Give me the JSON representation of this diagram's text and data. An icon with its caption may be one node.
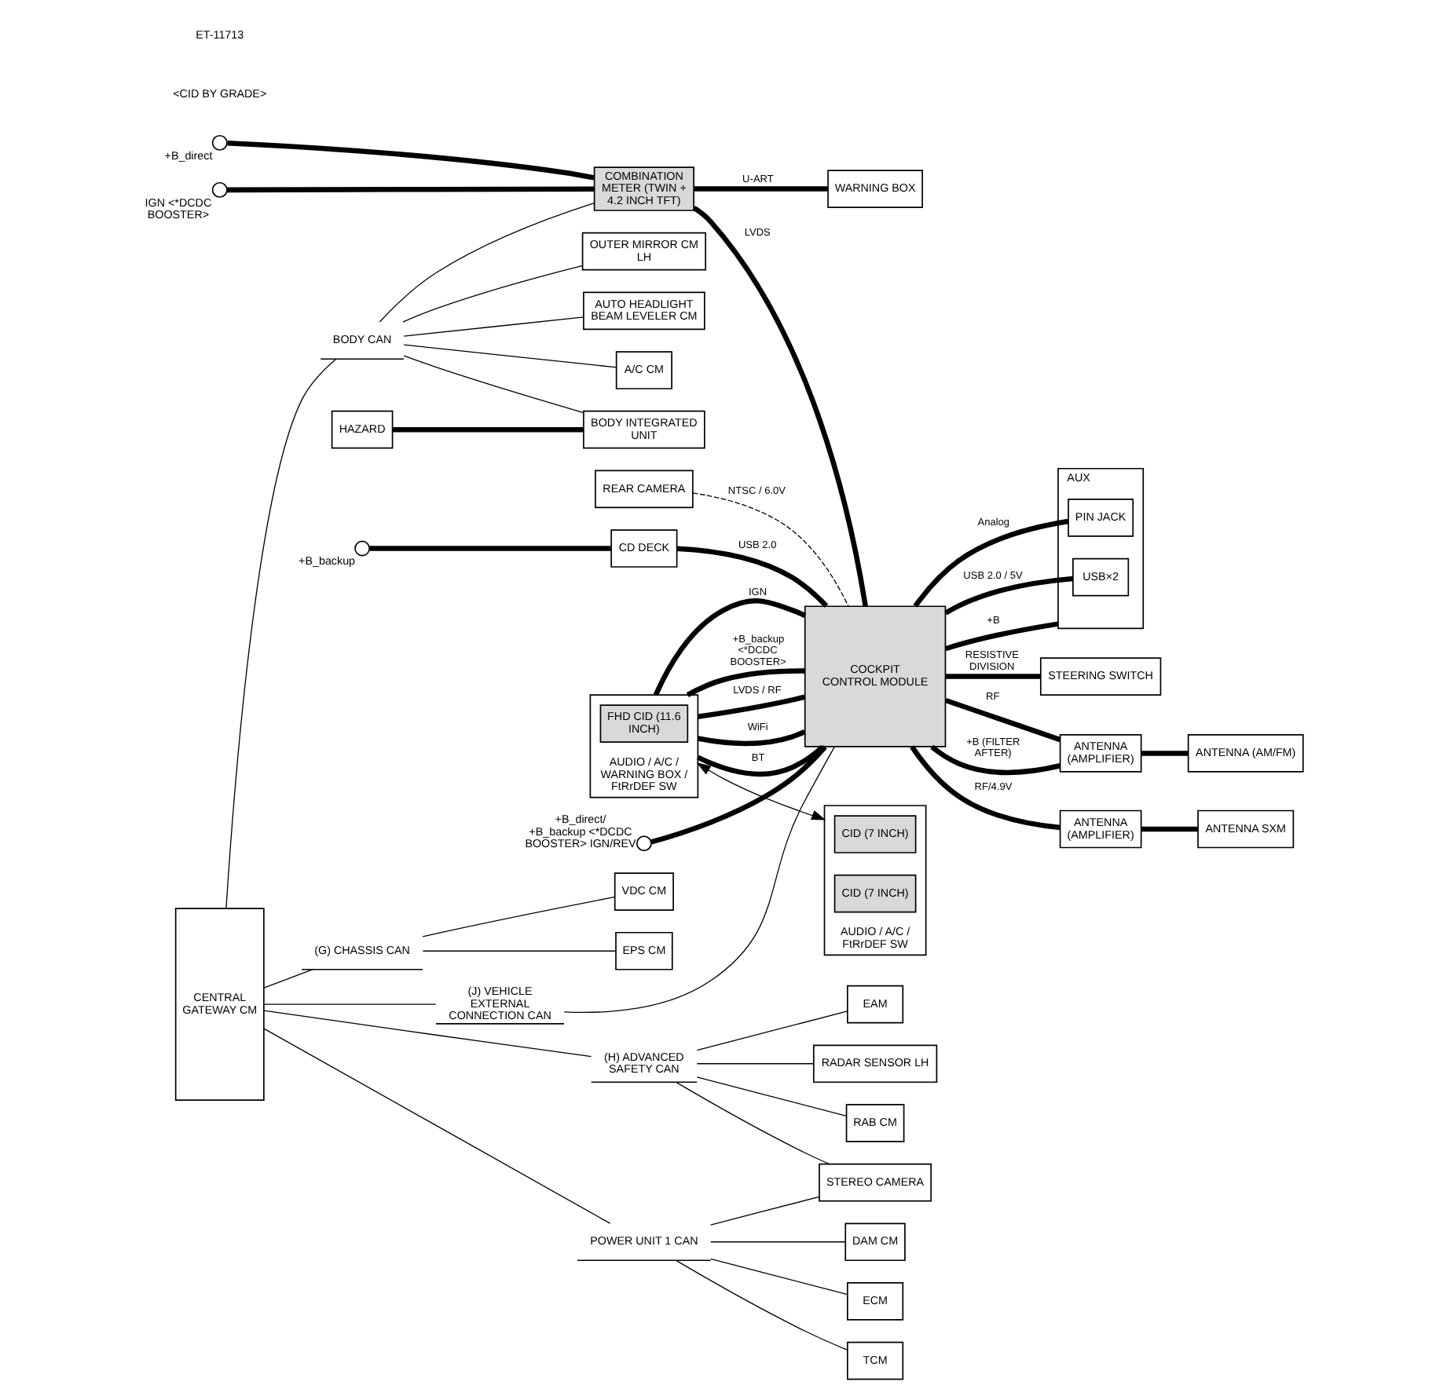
{
  "diagram": {
    "nodes": [
      {
        "text": [
          "CENTRAL GATEWAY CM"
        ]
      },
      {
        "text": [
          "HAZARD"
        ]
      },
      {
        "text": [
          "BODY INTEGRATED UNIT"
        ]
      },
      {
        "text": [
          "A/C CM"
        ]
      },
      {
        "text": [
          "OUTER MIRROR CM LH"
        ]
      },
      {
        "text": [
          "AUTO HEADLIGHT BEAM LEVELER CM"
        ]
      },
      {
        "text": [
          "BODY CAN"
        ]
      },
      {
        "text": [],
        "shape": "circle",
        "beside": [
          "+B_direct"
        ]
      },
      {
        "text": [
          "COMBINATION METER (TWIN + 4.2 INCH TFT)"
        ]
      },
      {
        "text": [
          "AUDIO / A/C / WARNING BOX / FtRrDEF SW"
        ]
      },
      {
        "text": [
          "FHD CID (11.6 INCH)"
        ],
        "in": 9
      },
      {
        "text": [
          "AUDIO / A/C / FtRrDEF SW"
        ]
      },
      {
        "text": [
          "CID (7 INCH)"
        ],
        "in": 11
      },
      {
        "text": [
          "CID (7 INCH)"
        ],
        "in": 11
      },
      {
        "text": [
          "EPS CM"
        ]
      },
      {
        "text": [
          "VDC CM"
        ]
      },
      {
        "text": [
          "(G) CHASSIS CAN"
        ]
      },
      {
        "text": [],
        "shape": "circle",
        "beside": [
          "IGN <*DCDC BOOSTER>"
        ]
      },
      {
        "text": [
          "DAM CM"
        ]
      },
      {
        "text": [
          "ECM"
        ]
      },
      {
        "text": [
          "TCM"
        ]
      },
      {
        "text": [
          "WARNING BOX"
        ]
      },
      {
        "text": [
          "POWER UNIT 1 CAN"
        ]
      },
      {
        "text": [],
        "shape": "circle",
        "beside": [
          "+B_direct/ +B_backup <*DCDC BOOSTER> IGN/REV"
        ]
      },
      {
        "text": [],
        "shape": "circle",
        "beside": [
          "+B_backup"
        ]
      },
      {
        "text": [
          "CD DECK"
        ]
      },
      {
        "text": [
          "REAR CAMERA"
        ]
      },
      {
        "text": [
          "COCKPIT CONTROL MODULE"
        ]
      },
      {
        "text": [
          "STEREO CAMERA"
        ]
      },
      {
        "text": [
          "RADAR SENSOR LH"
        ]
      },
      {
        "text": [
          "RAB CM"
        ]
      },
      {
        "text": [
          "(H) ADVANCED SAFETY CAN"
        ]
      },
      {
        "text": [
          "EAM"
        ]
      },
      {
        "text": [
          "(J) VEHICLE EXTERNAL CONNECTION CAN"
        ]
      },
      {
        "text": [
          "AUX"
        ]
      },
      {
        "text": [
          "PIN JACK"
        ],
        "in": 34
      },
      {
        "text": [
          "USB×2"
        ],
        "in": 34
      },
      {
        "text": [
          "STEERING SWITCH"
        ]
      },
      {
        "text": [
          "ANTENNA (AMPLIFIER)"
        ]
      },
      {
        "text": [
          "ANTENNA (AMPLIFIER)"
        ]
      },
      {
        "text": [
          "ANTENNA (AM/FM)"
        ]
      },
      {
        "text": [
          "ANTENNA SXM"
        ]
      }
    ],
    "edges": [
      {
        "from": 0,
        "to": 6,
        "arrow": "none"
      },
      {
        "from": 6,
        "to": 2,
        "arrow": "none"
      },
      {
        "from": 6,
        "to": 3,
        "arrow": "none"
      },
      {
        "from": 6,
        "to": 4,
        "arrow": "none"
      },
      {
        "from": 6,
        "to": 5,
        "arrow": "none"
      },
      {
        "from": 6,
        "to": 8,
        "arrow": "none"
      },
      {
        "from": 1,
        "to": 2,
        "arrow": "none",
        "style": "thick"
      },
      {
        "from": 7,
        "to": 8,
        "arrow": "none",
        "style": "thick"
      },
      {
        "from": 17,
        "to": 8,
        "arrow": "none",
        "style": "thick"
      },
      {
        "from": 8,
        "to": 21,
        "arrow": "none",
        "style": "thick",
        "label": "U-ART"
      },
      {
        "from": 8,
        "to": 27,
        "arrow": "none",
        "style": "thick",
        "label": "LVDS"
      },
      {
        "from": 9,
        "to": 27,
        "arrow": "none",
        "style": "thick",
        "label": "LVDS / RF"
      },
      {
        "from": 9,
        "to": 27,
        "arrow": "none",
        "style": "thick",
        "label": "WiFi"
      },
      {
        "from": 9,
        "to": 27,
        "arrow": "none",
        "style": "thick",
        "label": "BT"
      },
      {
        "from": 9,
        "to": 27,
        "arrow": "none",
        "style": "thick",
        "label": "IGN"
      },
      {
        "from": 9,
        "to": 27,
        "arrow": "none",
        "style": "thick",
        "label": "+B_backup <*DCDC BOOSTER>"
      },
      {
        "from": 9,
        "to": 11,
        "arrow": "both"
      },
      {
        "from": 0,
        "to": 16,
        "arrow": "none"
      },
      {
        "from": 16,
        "to": 14,
        "arrow": "none"
      },
      {
        "from": 16,
        "to": 15,
        "arrow": "none"
      },
      {
        "from": 0,
        "to": 22,
        "arrow": "none"
      },
      {
        "from": 22,
        "to": 18,
        "arrow": "none"
      },
      {
        "from": 22,
        "to": 19,
        "arrow": "none"
      },
      {
        "from": 22,
        "to": 20,
        "arrow": "none"
      },
      {
        "from": 22,
        "to": 28,
        "arrow": "none"
      },
      {
        "from": 23,
        "to": 27,
        "arrow": "none",
        "style": "thick"
      },
      {
        "from": 24,
        "to": 25,
        "arrow": "none",
        "style": "thick"
      },
      {
        "from": 25,
        "to": 27,
        "arrow": "none",
        "style": "thick",
        "label": "USB 2.0"
      },
      {
        "from": 26,
        "to": 27,
        "arrow": "none",
        "style": "dashed",
        "label": "NTSC / 6.0V"
      },
      {
        "from": 0,
        "to": 31,
        "arrow": "none"
      },
      {
        "from": 31,
        "to": 28,
        "arrow": "none"
      },
      {
        "from": 31,
        "to": 29,
        "arrow": "none"
      },
      {
        "from": 31,
        "to": 30,
        "arrow": "none"
      },
      {
        "from": 31,
        "to": 32,
        "arrow": "none"
      },
      {
        "from": 0,
        "to": 33,
        "arrow": "none"
      },
      {
        "from": 33,
        "to": 27,
        "arrow": "none"
      },
      {
        "from": 27,
        "to": 34,
        "arrow": "none",
        "style": "thick",
        "label": "+B"
      },
      {
        "from": 27,
        "to": 35,
        "arrow": "none",
        "style": "thick",
        "label": "Analog"
      },
      {
        "from": 27,
        "to": 36,
        "arrow": "none",
        "style": "thick",
        "label": "USB 2.0 / 5V"
      },
      {
        "from": 27,
        "to": 37,
        "arrow": "none",
        "style": "thick",
        "label": "RESISTIVE DIVISION"
      },
      {
        "from": 27,
        "to": 38,
        "arrow": "none",
        "style": "thick",
        "label": "RF"
      },
      {
        "from": 27,
        "to": 38,
        "arrow": "none",
        "style": "thick",
        "label": "+B (FILTER AFTER)"
      },
      {
        "from": 38,
        "to": 40,
        "arrow": "none",
        "style": "thick"
      },
      {
        "from": 27,
        "to": 39,
        "arrow": "none",
        "style": "thick",
        "label": "RF/4.9V"
      },
      {
        "from": 39,
        "to": 41,
        "arrow": "none",
        "style": "thick"
      }
    ],
    "labels": [
      "<CID BY GRADE>",
      "ET-11713"
    ]
  }
}
